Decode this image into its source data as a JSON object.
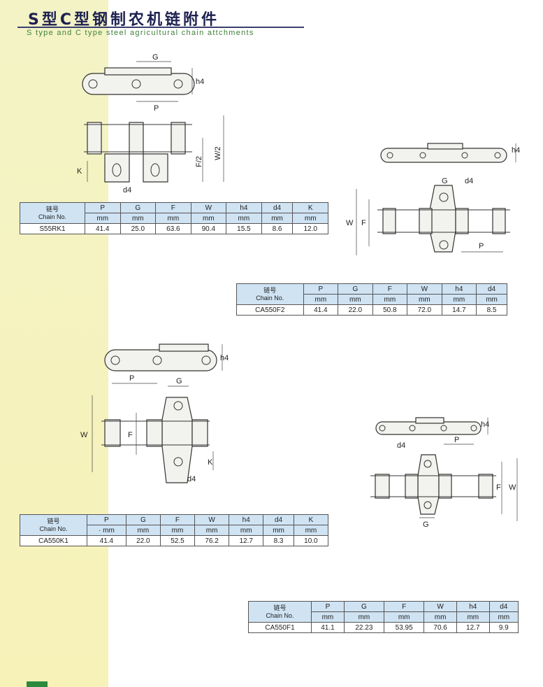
{
  "header": {
    "title": "S型C型钢制农机链附件",
    "subtitle": "S type and C type steel agricultural chain attchments"
  },
  "column_label_cn": "链号",
  "column_label_en": "Chain No.",
  "tables": [
    {
      "headers": [
        "P",
        "G",
        "F",
        "W",
        "h4",
        "d4",
        "K"
      ],
      "units": [
        "mm",
        "mm",
        "mm",
        "mm",
        "mm",
        "mm",
        "mm"
      ],
      "chain_no": "S55RK1",
      "values": [
        "41.4",
        "25.0",
        "63.6",
        "90.4",
        "15.5",
        "8.6",
        "12.0"
      ]
    },
    {
      "headers": [
        "P",
        "G",
        "F",
        "W",
        "h4",
        "d4"
      ],
      "units": [
        "mm",
        "mm",
        "mm",
        "mm",
        "mm",
        "mm"
      ],
      "chain_no": "CA550F2",
      "values": [
        "41.4",
        "22.0",
        "50.8",
        "72.0",
        "14.7",
        "8.5"
      ]
    },
    {
      "headers": [
        "P",
        "G",
        "F",
        "W",
        "h4",
        "d4",
        "K"
      ],
      "units": [
        "· mm",
        "mm",
        "mm",
        "mm",
        "mm",
        "mm",
        "mm"
      ],
      "chain_no": "CA550K1",
      "values": [
        "41.4",
        "22.0",
        "52.5",
        "76.2",
        "12.7",
        "8.3",
        "10.0"
      ]
    },
    {
      "headers": [
        "P",
        "G",
        "F",
        "W",
        "h4",
        "d4"
      ],
      "units": [
        "mm",
        "mm",
        "mm",
        "mm",
        "mm",
        "mm"
      ],
      "chain_no": "CA550F1",
      "values": [
        "41.1",
        "22.23",
        "53.95",
        "70.6",
        "12.7",
        "9.9"
      ]
    }
  ],
  "drawing_labels": {
    "G": "G",
    "P": "P",
    "h4": "h4",
    "F": "F",
    "W": "W",
    "F2": "F/2",
    "W2": "W/2",
    "K": "K",
    "d4": "d4"
  }
}
